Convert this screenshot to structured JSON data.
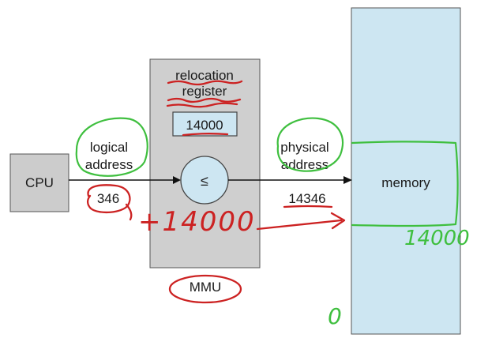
{
  "diagram": {
    "cpu_label": "CPU",
    "mmu_label": "MMU",
    "memory_label": "memory",
    "relocation_title_line1": "relocation",
    "relocation_title_line2": "register",
    "relocation_value": "14000",
    "logical_label_line1": "logical",
    "logical_label_line2": "address",
    "logical_value": "346",
    "physical_label_line1": "physical",
    "physical_label_line2": "address",
    "physical_value": "14346",
    "comparator_symbol": "≤"
  },
  "annotations": {
    "plus_note": "+14000",
    "memory_base_note": "14000",
    "memory_zero_note": "0"
  },
  "colors": {
    "red_ink": "#cc2222",
    "green_ink": "#3fbf3f",
    "memory_fill": "#cde6f2",
    "mmu_fill": "#cfcfcf",
    "cpu_fill": "#cccccc",
    "register_fill": "#cde6f2",
    "comparator_fill": "#cde6f2"
  }
}
